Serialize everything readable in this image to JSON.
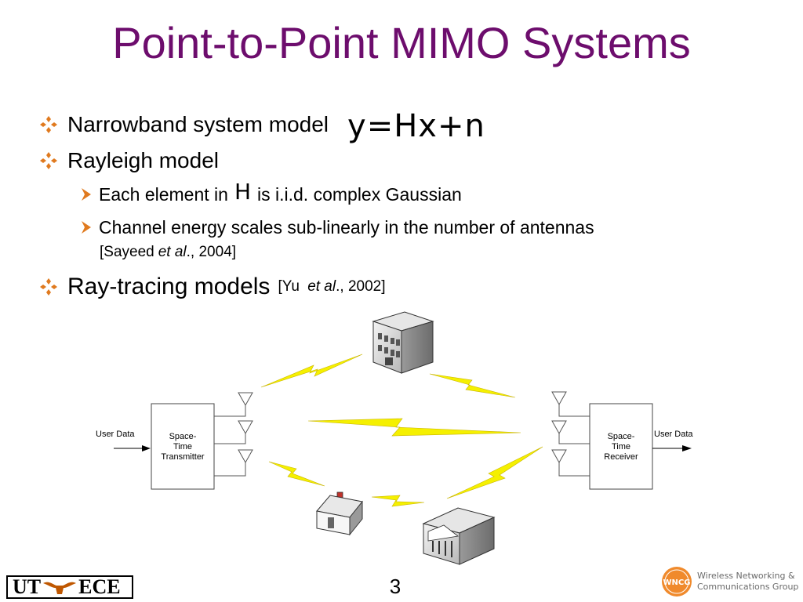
{
  "slide": {
    "title": "Point-to-Point MIMO Systems",
    "page_number": "3"
  },
  "bullets": {
    "b1_text": "Narrowband system model",
    "b1_equation": "y=Hx+n",
    "b2_text": "Rayleigh model",
    "b2_sub1_pre": "Each element in",
    "b2_sub1_symbol": "H",
    "b2_sub1_post": "is i.i.d. complex Gaussian",
    "b2_sub2_text": "Channel energy scales sub-linearly in the number of antennas",
    "b2_sub2_cite_pre": "[Sayeed ",
    "b2_sub2_cite_etal": "et al",
    "b2_sub2_cite_post": "., 2004]",
    "b3_text": "Ray-tracing models",
    "b3_cite_pre": "[Yu ",
    "b3_cite_etal": "et al",
    "b3_cite_post": "., 2002]"
  },
  "diagram": {
    "tx_input_label": "User Data",
    "tx_box_line1": "Space-",
    "tx_box_line2": "Time",
    "tx_box_line3": "Transmitter",
    "rx_box_line1": "Space-",
    "rx_box_line2": "Time",
    "rx_box_line3": "Receiver",
    "rx_output_label": "User Data"
  },
  "footer": {
    "ut_left": "UT",
    "ut_right": "ECE",
    "wncg_badge": "WNCG",
    "wncg_line1": "Wireless Networking &",
    "wncg_line2": "Communications Group"
  },
  "colors": {
    "title": "#6d0d6d",
    "bullet_diamond": "#e07a1f",
    "arrow": "#e07a1f",
    "lightning": "#f5f000",
    "longhorn": "#bf5700",
    "wncg_orange": "#f08a2c"
  }
}
